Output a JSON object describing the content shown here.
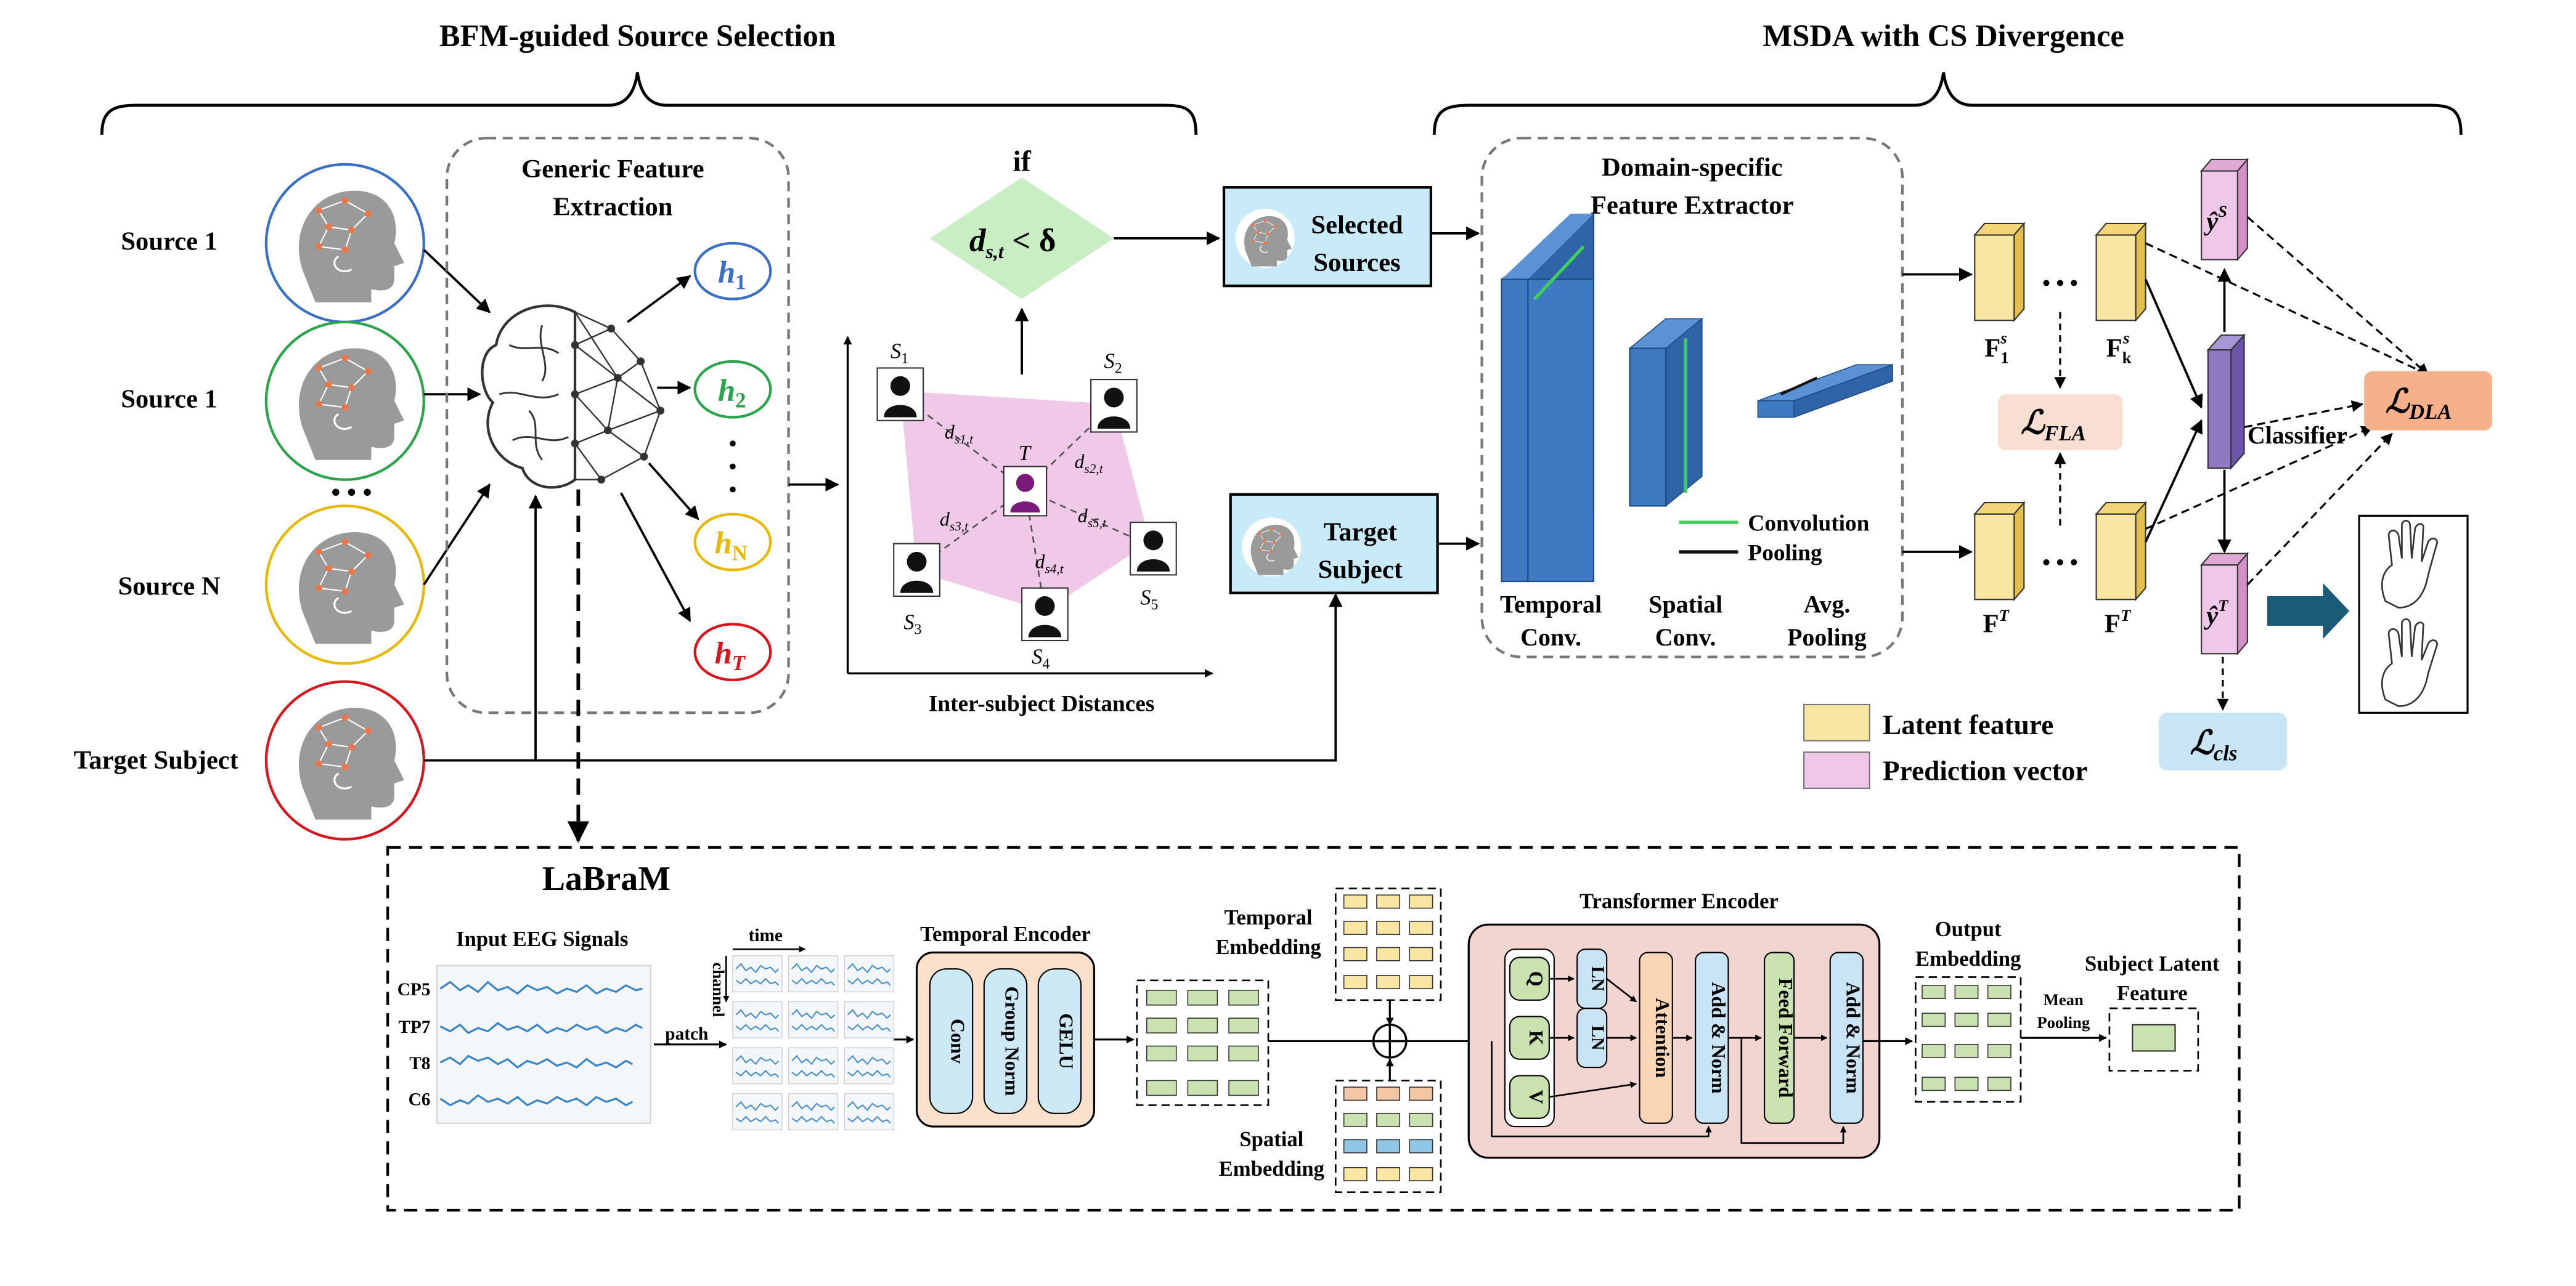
{
  "headers": {
    "left": "BFM-guided Source Selection",
    "right": "MSDA with CS Divergence"
  },
  "sources": {
    "s1": "Source 1",
    "s2": "Source 1",
    "dots": "• • •",
    "sN": "Source N",
    "target": "Target Subject"
  },
  "generic": {
    "line1": "Generic Feature",
    "line2": "Extraction"
  },
  "h_labels": {
    "h1": "h",
    "h1_sub": "1",
    "h2": "h",
    "h2_sub": "2",
    "hN": "h",
    "hN_sub": "N",
    "hT": "h",
    "hT_sub": "T"
  },
  "distance": {
    "if_label": "if",
    "cond_lhs": "d",
    "cond_sub": "s,t",
    "cond_rhs": " < δ",
    "axis_label": "Inter-subject Distances",
    "s1": "S",
    "s1_sub": "1",
    "s2": "S",
    "s2_sub": "2",
    "s3": "S",
    "s3_sub": "3",
    "s4": "S",
    "s4_sub": "4",
    "s5": "S",
    "s5_sub": "5",
    "t": "T",
    "d1": "d",
    "d1_sub": "s1,t",
    "d2": "d",
    "d2_sub": "s2,t",
    "d3": "d",
    "d3_sub": "s3,t",
    "d4": "d",
    "d4_sub": "s4,t",
    "d5": "d",
    "d5_sub": "s5,t"
  },
  "selected": {
    "line1": "Selected",
    "line2": "Sources"
  },
  "target_box": {
    "line1": "Target",
    "line2": "Subject"
  },
  "domain": {
    "line1": "Domain-specific",
    "line2": "Feature Extractor",
    "conv_label": "Convolution",
    "pool_label": "Pooling",
    "temporal1": "Temporal",
    "temporal2": "Conv.",
    "spatial1": "Spatial",
    "spatial2": "Conv.",
    "avg1": "Avg.",
    "avg2": "Pooling"
  },
  "features": {
    "f1s": "F",
    "f1s_sub": "1",
    "f1s_sup": "s",
    "fks": "F",
    "fks_sub": "k",
    "fks_sup": "s",
    "ft1": "F",
    "ft1_sup": "T",
    "ft2": "F",
    "ft2_sup": "T",
    "dots": "• • •"
  },
  "losses": {
    "fla": "ℒ",
    "fla_sub": "FLA",
    "dla": "ℒ",
    "dla_sub": "DLA",
    "cls": "ℒ",
    "cls_sub": "cls"
  },
  "classifier": "Classifier",
  "preds": {
    "ys": "ŷ",
    "ys_sup": "S",
    "yt": "ŷ",
    "yt_sup": "T"
  },
  "legend": {
    "latent": "Latent feature",
    "prediction": "Prediction vector"
  },
  "labram": {
    "title": "LaBraM",
    "input_title": "Input EEG Signals",
    "channels": [
      "CP5",
      "TP7",
      "T8",
      "C6"
    ],
    "time": "time",
    "channel": "channel",
    "patch": "patch",
    "temporal_encoder": "Temporal Encoder",
    "te_blocks": [
      "Conv",
      "Group Norm",
      "GELU"
    ],
    "temporal_emb1": "Temporal",
    "temporal_emb2": "Embedding",
    "spatial_emb1": "Spatial",
    "spatial_emb2": "Embedding",
    "transformer": "Transformer Encoder",
    "q": "Q",
    "k": "K",
    "v": "V",
    "ln": "LN",
    "attention": "Attention",
    "addnorm": "Add & Norm",
    "ff": "Feed Forward",
    "output1": "Output",
    "output2": "Embedding",
    "mean1": "Mean",
    "mean2": "Pooling",
    "latent1": "Subject Latent",
    "latent2": "Feature"
  },
  "colors": {
    "source1": "#3b6fc4",
    "source2": "#2ba34a",
    "sourceN": "#e8b800",
    "target": "#d9141c",
    "h1": "#3b6fc4",
    "h2": "#2ba34a",
    "hN": "#e8b800",
    "hT": "#d9141c",
    "cond": "#c9eec4",
    "boxblue": "#c9eaf8",
    "latent": "#f9e6a2",
    "pred": "#efc7e8",
    "fla": "#f9dfd2",
    "dla": "#f6b08a",
    "cls": "#c9e4f4",
    "classifier": "#8f7ac2",
    "conv": "#3d7ac2",
    "teal_arrow": "#1c5b78"
  },
  "icons": {
    "head": "head-eeg-icon",
    "brain": "brain-network-icon",
    "person": "person-icon",
    "hand": "hand-outline-icon"
  }
}
